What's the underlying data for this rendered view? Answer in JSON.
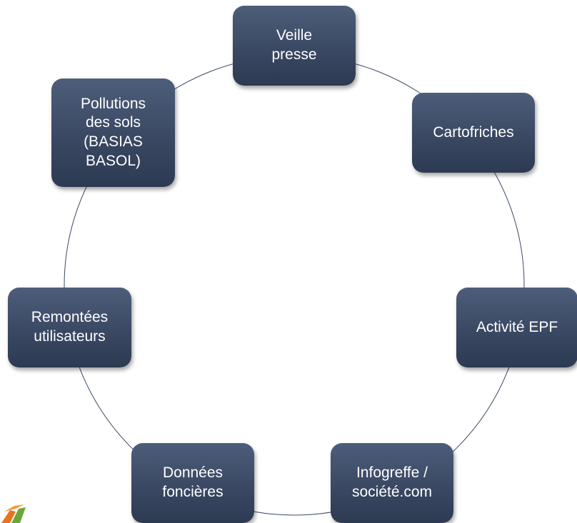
{
  "diagram": {
    "nodes": [
      {
        "id": "veille-presse",
        "label": "Veille\npresse"
      },
      {
        "id": "cartofriches",
        "label": "Cartofriches"
      },
      {
        "id": "activite-epf",
        "label": "Activité EPF"
      },
      {
        "id": "infogreffe",
        "label": "Infogreffe /\nsociété.com"
      },
      {
        "id": "donnees-foncieres",
        "label": "Données\nfoncières"
      },
      {
        "id": "remontees-utilisateurs",
        "label": "Remontées\nutilisateurs"
      },
      {
        "id": "pollutions-sols",
        "label": "Pollutions\ndes sols\n(BASIAS\nBASOL)"
      }
    ],
    "colors": {
      "box_fill": "#3a4863",
      "box_text": "#ffffff",
      "ring_line": "#3b4a63",
      "logo_orange": "#e8731f",
      "logo_green": "#6aa73a"
    }
  }
}
